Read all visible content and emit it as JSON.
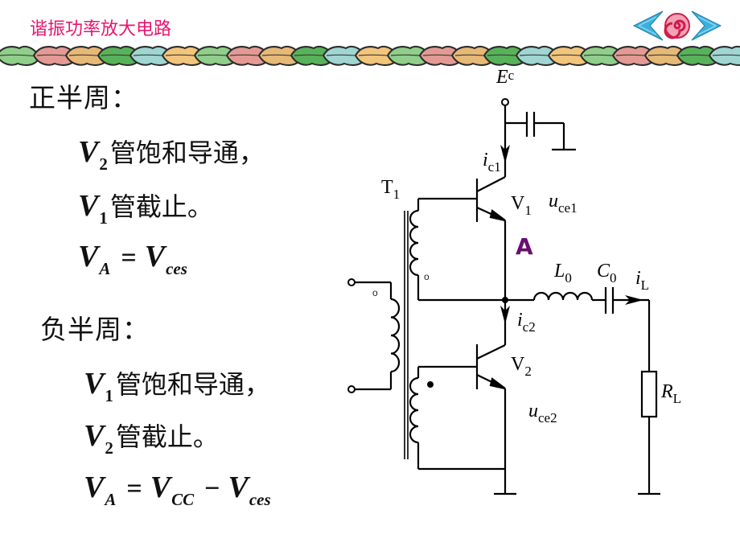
{
  "slide": {
    "title": "谐振功率放大电路",
    "title_color": "#e8156e",
    "accent_node_color": "#6a0f6e"
  },
  "nav": {
    "prev_icon": "left-arrow-icon",
    "home_icon": "spiral-icon",
    "next_icon": "right-arrow-icon"
  },
  "positive_half": {
    "heading": "正半周：",
    "line1": {
      "var": "V",
      "sub": "2",
      "text": "管饱和导通，"
    },
    "line2": {
      "var": "V",
      "sub": "1",
      "text": "管截止。"
    },
    "eq": {
      "lhs": "V",
      "lhs_sub": "A",
      "op": "=",
      "rhs": "V",
      "rhs_sub": "ces"
    }
  },
  "negative_half": {
    "heading": "负半周：",
    "line1": {
      "var": "V",
      "sub": "1",
      "text": "管饱和导通，"
    },
    "line2": {
      "var": "V",
      "sub": "2",
      "text": "管截止。"
    },
    "eq": {
      "lhs": "V",
      "lhs_sub": "A",
      "op1": "=",
      "t1": "V",
      "t1_sub": "CC",
      "op2": "−",
      "t2": "V",
      "t2_sub": "ces"
    }
  },
  "circuit": {
    "supply": {
      "main": "E",
      "sub": "c"
    },
    "transformer": {
      "main": "T",
      "sub": "1"
    },
    "transistor1": {
      "main": "V",
      "sub": "1"
    },
    "transistor2": {
      "main": "V",
      "sub": "2"
    },
    "ic1": {
      "main": "i",
      "sub": "c1"
    },
    "ic2": {
      "main": "i",
      "sub": "c2"
    },
    "uce1": {
      "main": "u",
      "sub": "ce1"
    },
    "uce2": {
      "main": "u",
      "sub": "ce2"
    },
    "inductor": {
      "main": "L",
      "sub": "0"
    },
    "capacitor": {
      "main": "C",
      "sub": "0"
    },
    "load_current": {
      "main": "i",
      "sub": "L"
    },
    "load": {
      "main": "R",
      "sub": "L"
    },
    "node": "A",
    "dot_marker": "o"
  }
}
